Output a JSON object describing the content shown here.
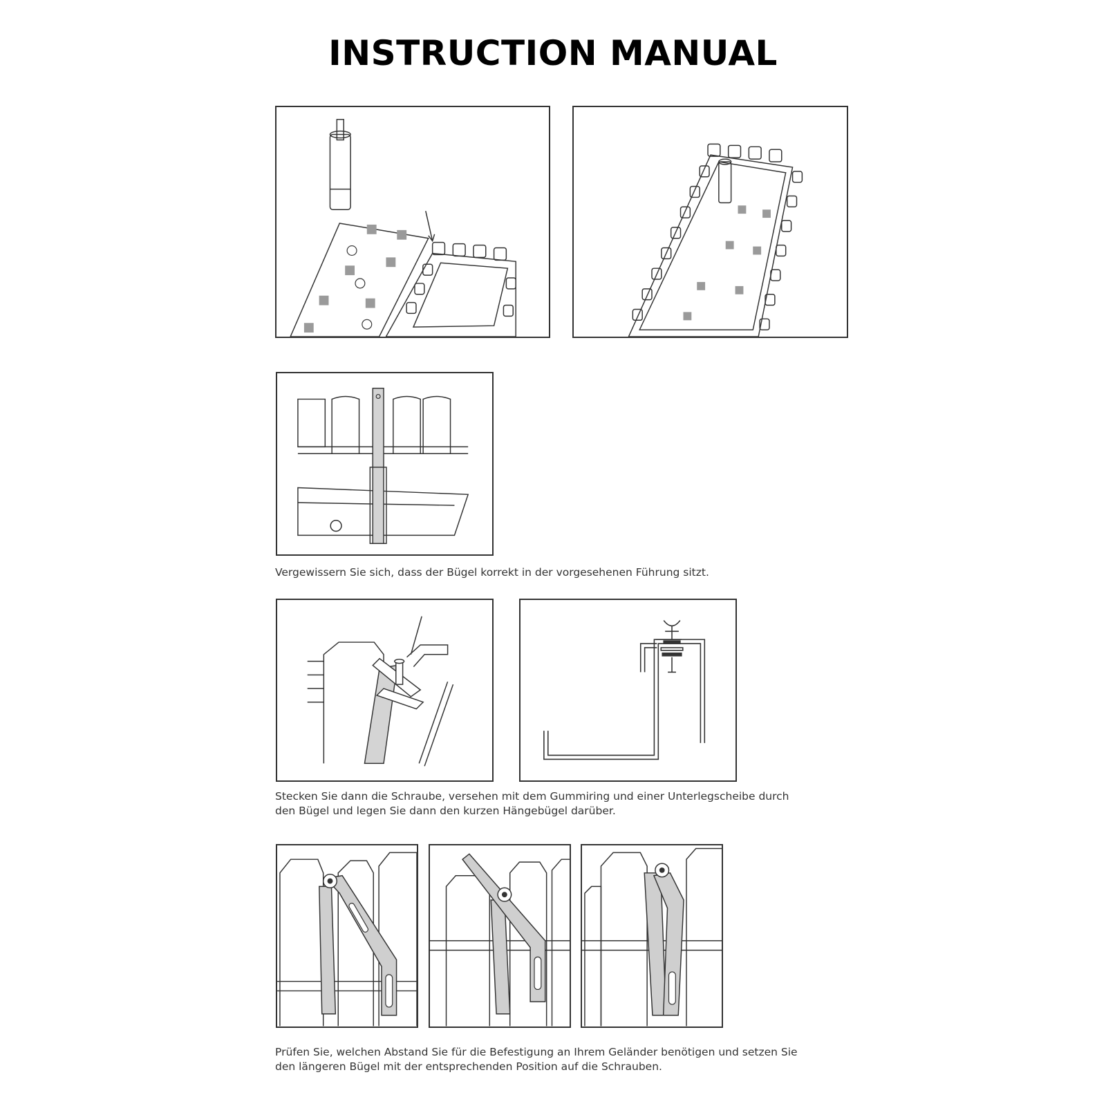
{
  "title": "INSTRUCTION MANUAL",
  "captions": {
    "step2": "Vergewissern Sie sich, dass der Bügel korrekt in der vorgesehenen Führung sitzt.",
    "step3_line1": "Stecken Sie dann die Schraube, versehen mit dem Gummiring und einer Unterlegscheibe durch",
    "step3_line2": "den Bügel und legen Sie dann den kurzen Hängebügel darüber.",
    "step4_line1": "Prüfen Sie, welchen Abstand Sie für die Befestigung an Ihrem Geländer benötigen und setzen Sie",
    "step4_line2": "den längeren Bügel mit der entsprechenden Position auf die Schrauben."
  },
  "illustrations": [
    "insert-drain-plate-figure",
    "assembled-planter-figure",
    "bracket-in-guide-figure",
    "screw-and-short-bracket-figure",
    "bracket-profile-figure",
    "long-bracket-position-1-figure",
    "long-bracket-position-2-figure",
    "long-bracket-position-3-figure"
  ],
  "colors": {
    "line": "#333333",
    "bracket_fill": "#d4d4d4",
    "pattern": "#9a9a9a"
  }
}
